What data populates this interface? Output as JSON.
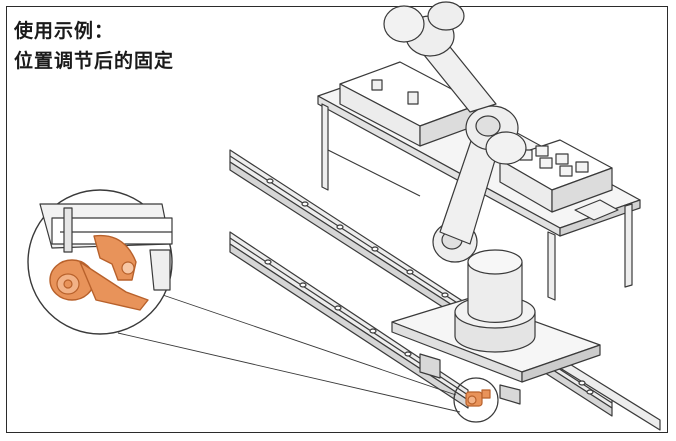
{
  "caption": {
    "line1": "使用示例：",
    "line2": "位置调节后的固定"
  },
  "colors": {
    "line": "#3a3a3a",
    "fill_light": "#f4f4f4",
    "fill_mid": "#e6e6e6",
    "fill_dark": "#cfcfcf",
    "accent": "#e8935a",
    "accent_dark": "#b8612b",
    "frame": "#2b2b2b"
  },
  "icons": {
    "main": "robot-arm-on-linear-rail",
    "detail": "orange-clamp-detail-magnifier"
  }
}
